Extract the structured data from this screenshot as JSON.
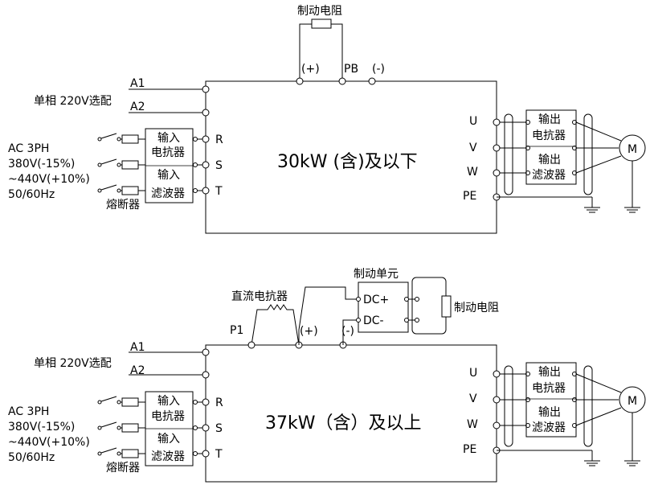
{
  "top": {
    "brake_resistor": "制动电阻",
    "term_plus": "(+)",
    "term_pb": "PB",
    "term_minus": "(-)",
    "a1": "A1",
    "a2": "A2",
    "single_phase": "单相 220V选配",
    "ac_line1": "AC 3PH",
    "ac_line2": "380V(-15%)",
    "ac_line3": "~440V(+10%)",
    "ac_line4": "50/60Hz",
    "fuse": "熔断器",
    "in_reactor_1": "输入",
    "in_reactor_2": "电抗器",
    "in_filter_1": "输入",
    "in_filter_2": "滤波器",
    "r": "R",
    "s": "S",
    "t": "T",
    "u": "U",
    "v": "V",
    "w": "W",
    "pe": "PE",
    "main_label": "30kW (含)及以下",
    "out_reactor_1": "输出",
    "out_reactor_2": "电抗器",
    "out_filter_1": "输出",
    "out_filter_2": "滤波器",
    "motor": "M"
  },
  "bottom": {
    "dc_reactor": "直流电抗器",
    "brake_unit": "制动单元",
    "dc_plus": "DC+",
    "dc_minus": "DC-",
    "brake_resistor": "制动电阻",
    "p1": "P1",
    "term_plus": "(+)",
    "term_minus": "(-)",
    "a1": "A1",
    "a2": "A2",
    "single_phase": "单相 220V选配",
    "ac_line1": "AC 3PH",
    "ac_line2": "380V(-15%)",
    "ac_line3": "~440V(+10%)",
    "ac_line4": "50/60Hz",
    "fuse": "熔断器",
    "in_reactor_1": "输入",
    "in_reactor_2": "电抗器",
    "in_filter_1": "输入",
    "in_filter_2": "滤波器",
    "r": "R",
    "s": "S",
    "t": "T",
    "u": "U",
    "v": "V",
    "w": "W",
    "pe": "PE",
    "main_label": "37kW（含）及以上",
    "out_reactor_1": "输出",
    "out_reactor_2": "电抗器",
    "out_filter_1": "输出",
    "out_filter_2": "滤波器",
    "motor": "M"
  }
}
